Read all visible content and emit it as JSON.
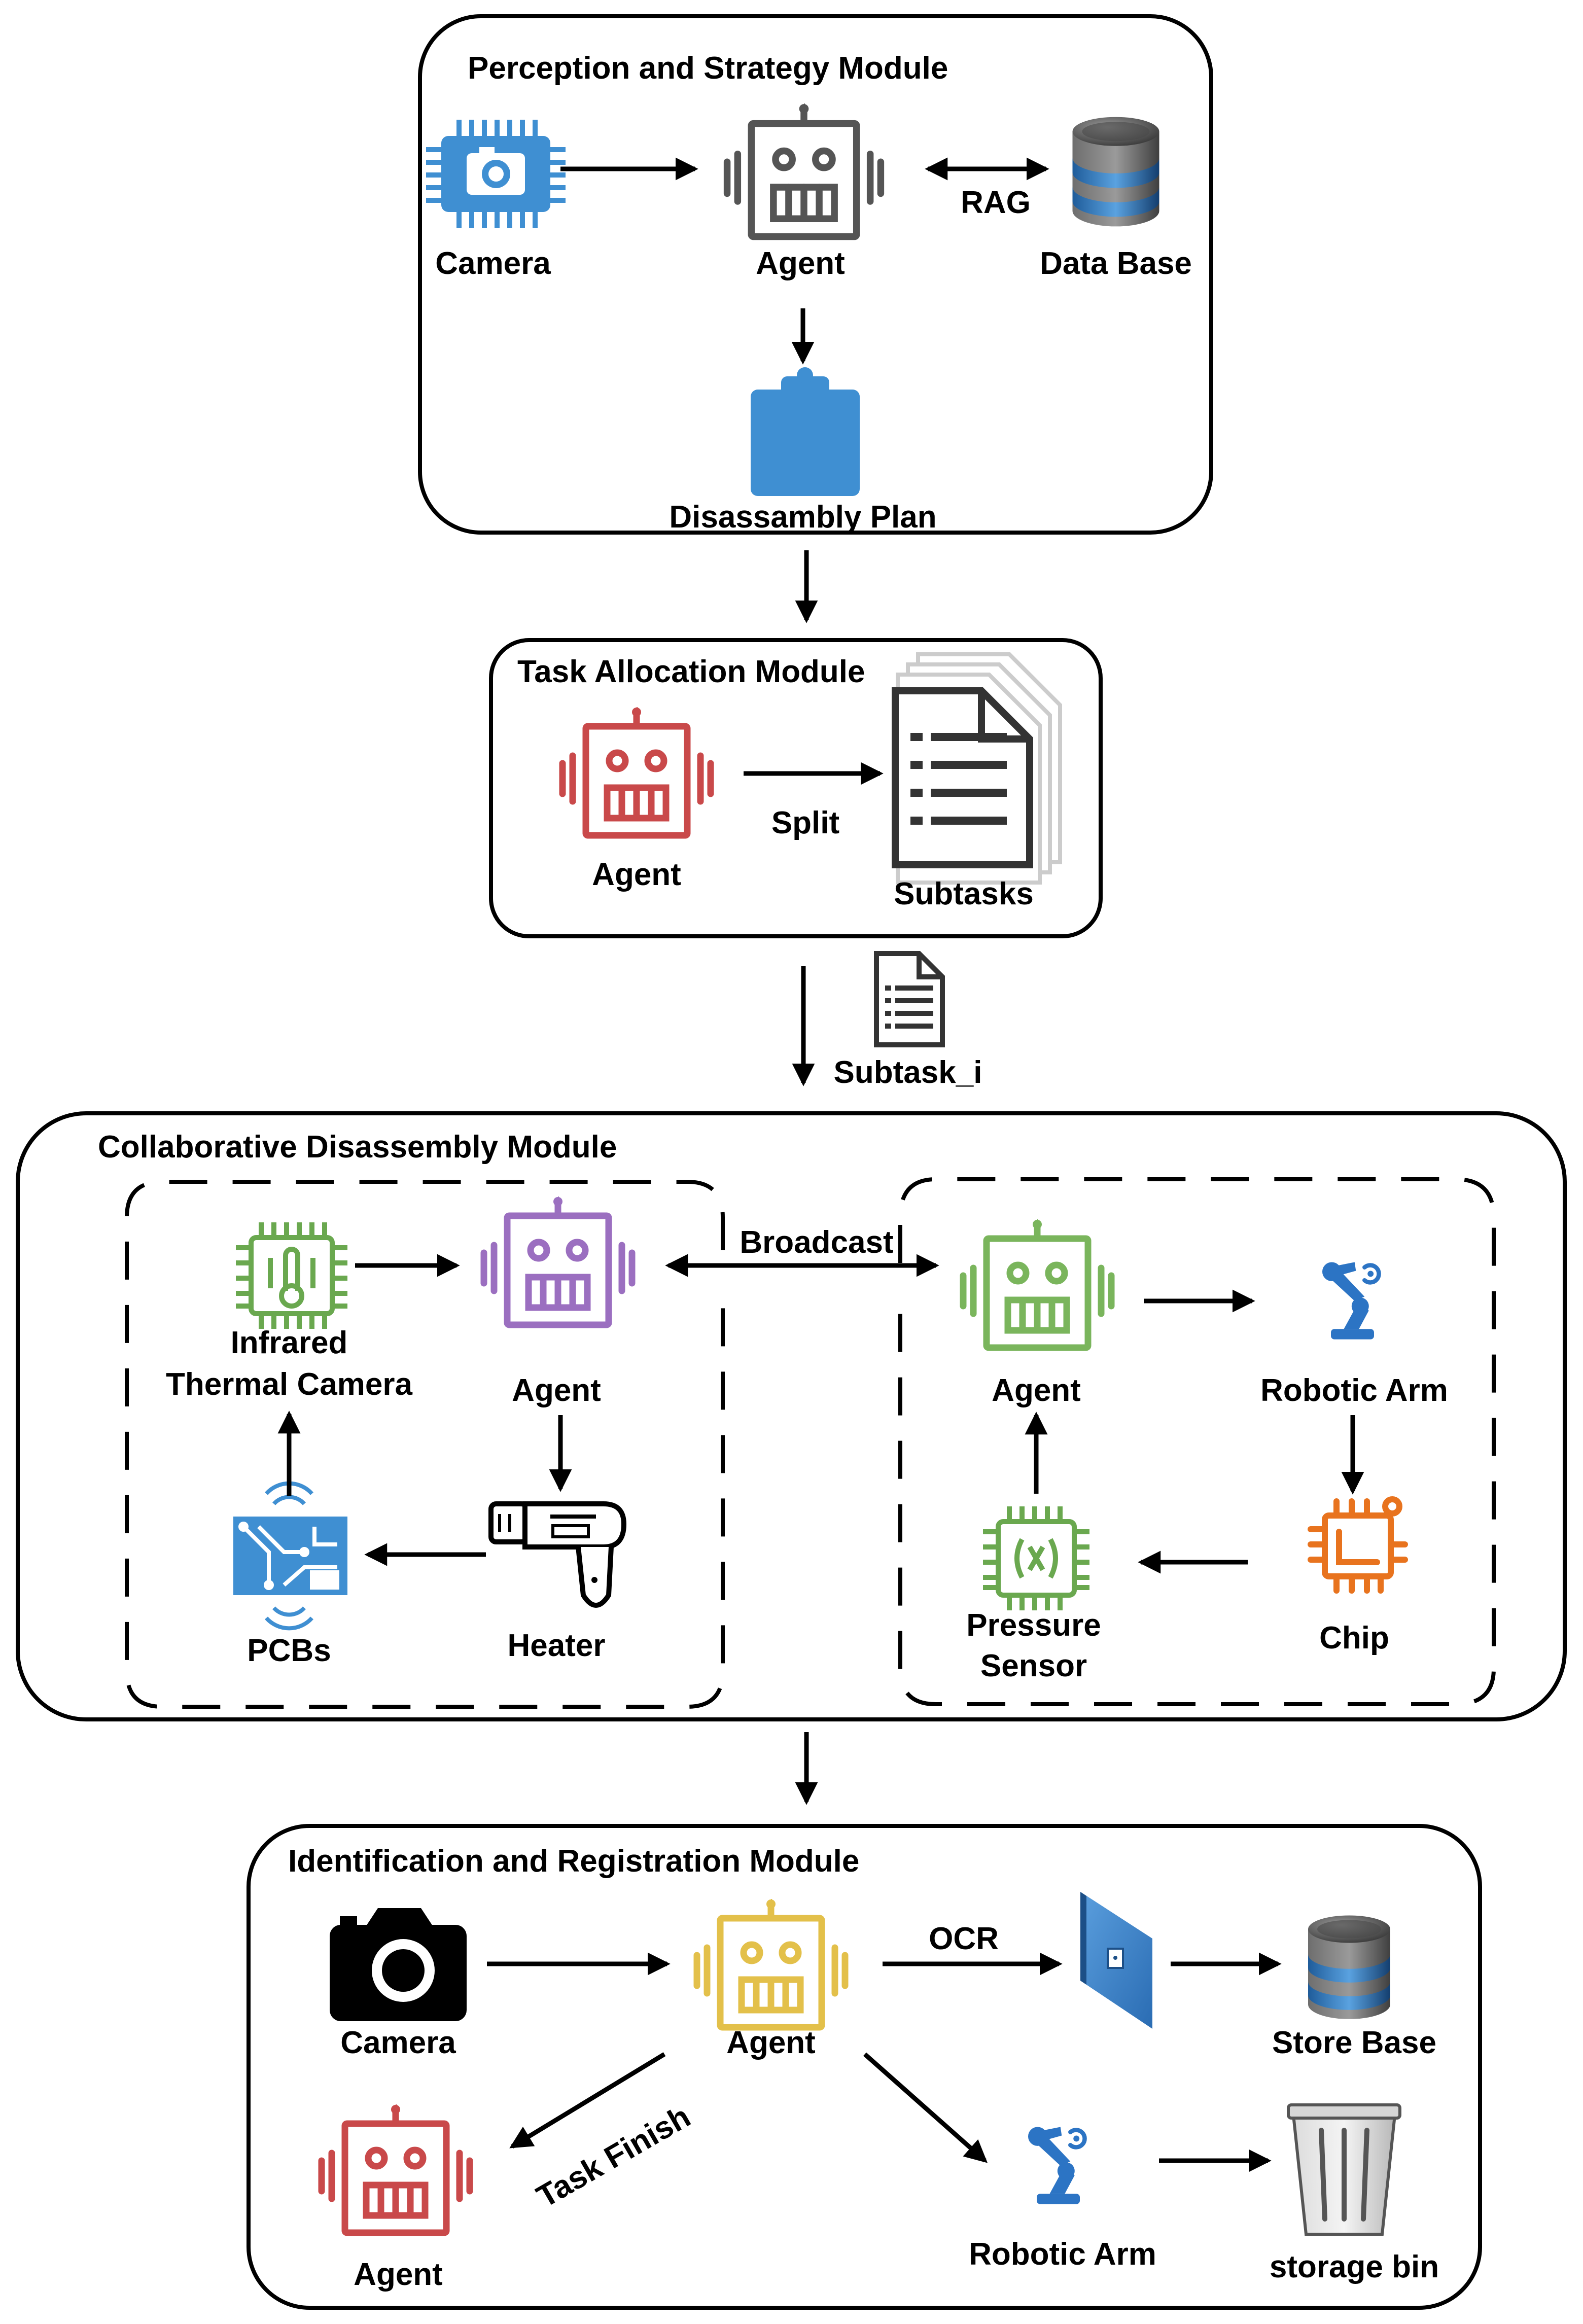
{
  "modules": {
    "perception": {
      "title": "Perception and Strategy Module",
      "camera": "Camera",
      "agent": "Agent",
      "database": "Data Base",
      "rag": "RAG",
      "plan": "Disassambly Plan"
    },
    "allocation": {
      "title": "Task Allocation Module",
      "agent": "Agent",
      "split": "Split",
      "subtasks": "Subtasks"
    },
    "subtask_i": "Subtask_i",
    "collaborative": {
      "title": "Collaborative Disassembly Module",
      "broadcast": "Broadcast",
      "left": {
        "thermal_line1": "Infrared",
        "thermal_line2": "Thermal Camera",
        "agent": "Agent",
        "pcbs": "PCBs",
        "heater": "Heater"
      },
      "right": {
        "agent": "Agent",
        "robotic_arm": "Robotic Arm",
        "pressure_line1": "Pressure",
        "pressure_line2": "Sensor",
        "chip": "Chip"
      }
    },
    "identification": {
      "title": "Identification and Registration Module",
      "camera": "Camera",
      "agent": "Agent",
      "ocr": "OCR",
      "store_base": "Store Base",
      "task_finish": "Task Finish",
      "finish_agent": "Agent",
      "robotic_arm": "Robotic Arm",
      "storage_bin": "storage bin"
    }
  },
  "colors": {
    "agent_gray": "#555555",
    "agent_red": "#c9494a",
    "agent_purple": "#9b6fc0",
    "agent_green": "#7ab55c",
    "agent_yellow": "#e3c04a",
    "blue": "#3f8fd2",
    "green_icon": "#6aa84f",
    "orange": "#e8731e"
  }
}
